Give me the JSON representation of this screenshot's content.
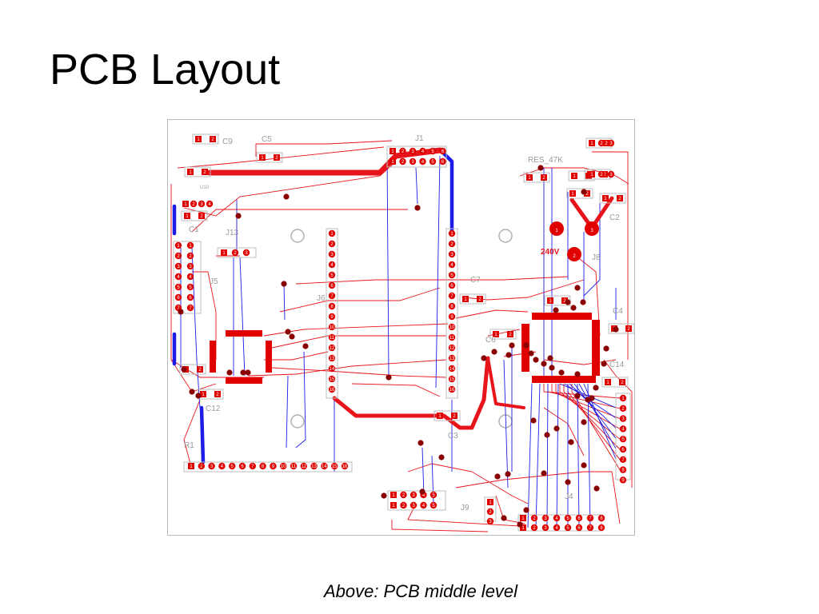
{
  "slide": {
    "title": "PCB Layout",
    "caption": "Above: PCB middle level"
  },
  "pcb": {
    "colors": {
      "top_trace": "#e8141c",
      "bottom_trace": "#1c1ce6",
      "pad": "#e00000",
      "via": "#8a0000",
      "silkscreen": "#9a9a9a",
      "board_outline": "#b9b9b9"
    },
    "designators": {
      "c9": "C9",
      "c5": "C5",
      "j1": "J1",
      "res_47k": "RES_47K",
      "u10": "U10",
      "c1": "C1",
      "j13": "J13",
      "j5": "J5",
      "j6": "J6",
      "c7": "C7",
      "c2": "C2",
      "j8": "J8",
      "c4": "C4",
      "c6": "C6",
      "c14": "C14",
      "c12": "C12",
      "r1": "R1",
      "c3": "C3",
      "j9": "J9",
      "j4": "J4",
      "voltage": "240V"
    },
    "marker_labels": [
      "1",
      "2",
      "3"
    ]
  }
}
